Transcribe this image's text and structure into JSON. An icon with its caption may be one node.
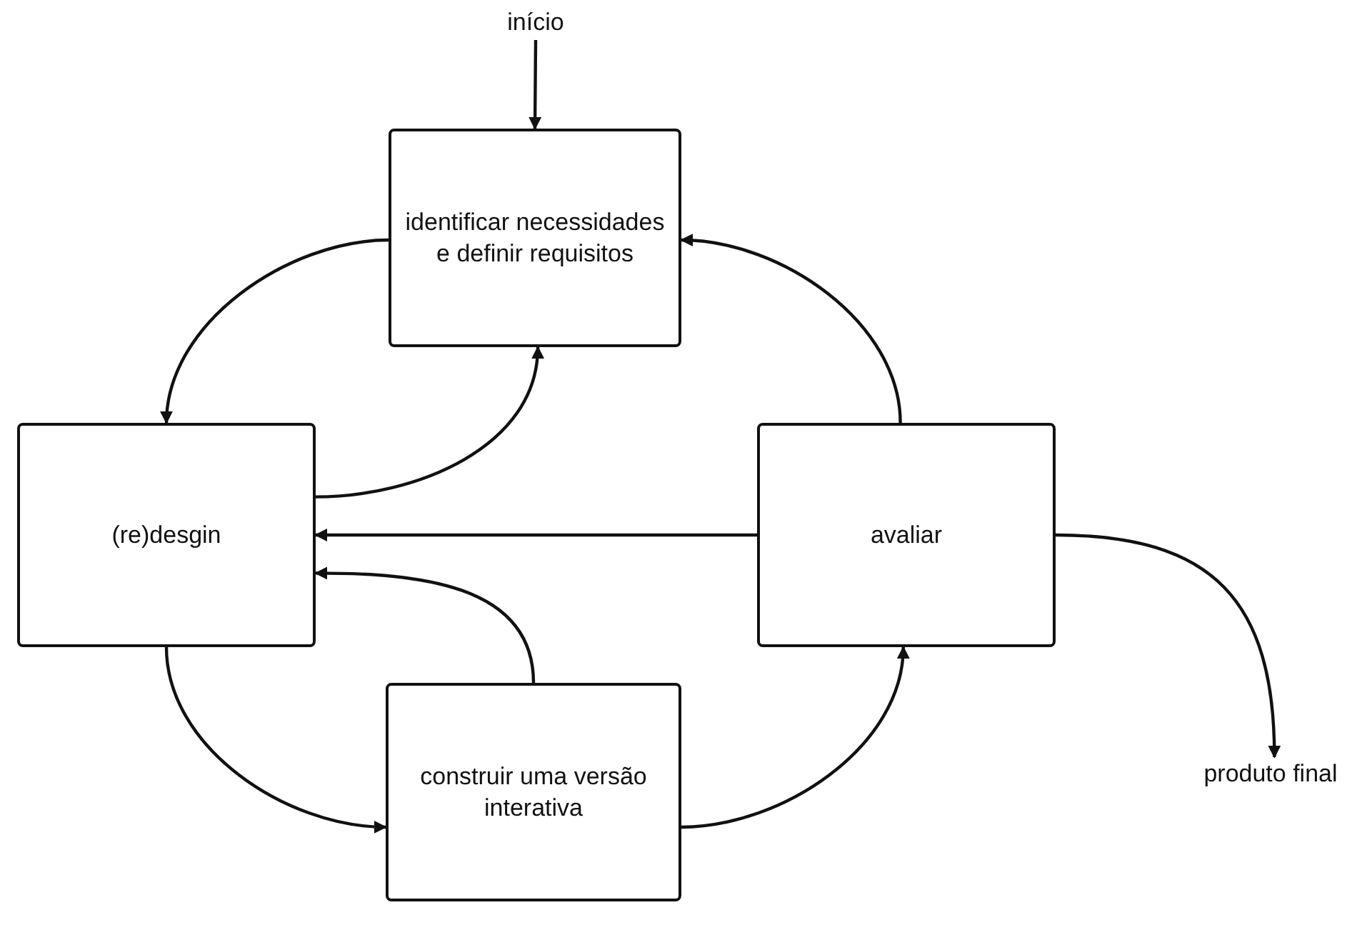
{
  "diagram": {
    "nodes": [
      {
        "text": [
          "início"
        ]
      },
      {
        "text": [
          "identificar necessidades e definir requisitos"
        ]
      },
      {
        "text": [
          "(re)desgin"
        ]
      },
      {
        "text": [
          "avaliar"
        ]
      },
      {
        "text": [
          "construir uma versão interativa"
        ]
      },
      {
        "text": [
          "produto final"
        ]
      }
    ],
    "edges": [
      {
        "from": 0,
        "to": 1,
        "arrow": "to"
      },
      {
        "from": 1,
        "to": 2,
        "arrow": "to"
      },
      {
        "from": 2,
        "to": 1,
        "arrow": "to"
      },
      {
        "from": 3,
        "to": 2,
        "arrow": "to"
      },
      {
        "from": 3,
        "to": 1,
        "arrow": "to"
      },
      {
        "from": 2,
        "to": 4,
        "arrow": "to"
      },
      {
        "from": 4,
        "to": 2,
        "arrow": "to"
      },
      {
        "from": 4,
        "to": 3,
        "arrow": "to"
      },
      {
        "from": 3,
        "to": 5,
        "arrow": "to"
      }
    ]
  }
}
